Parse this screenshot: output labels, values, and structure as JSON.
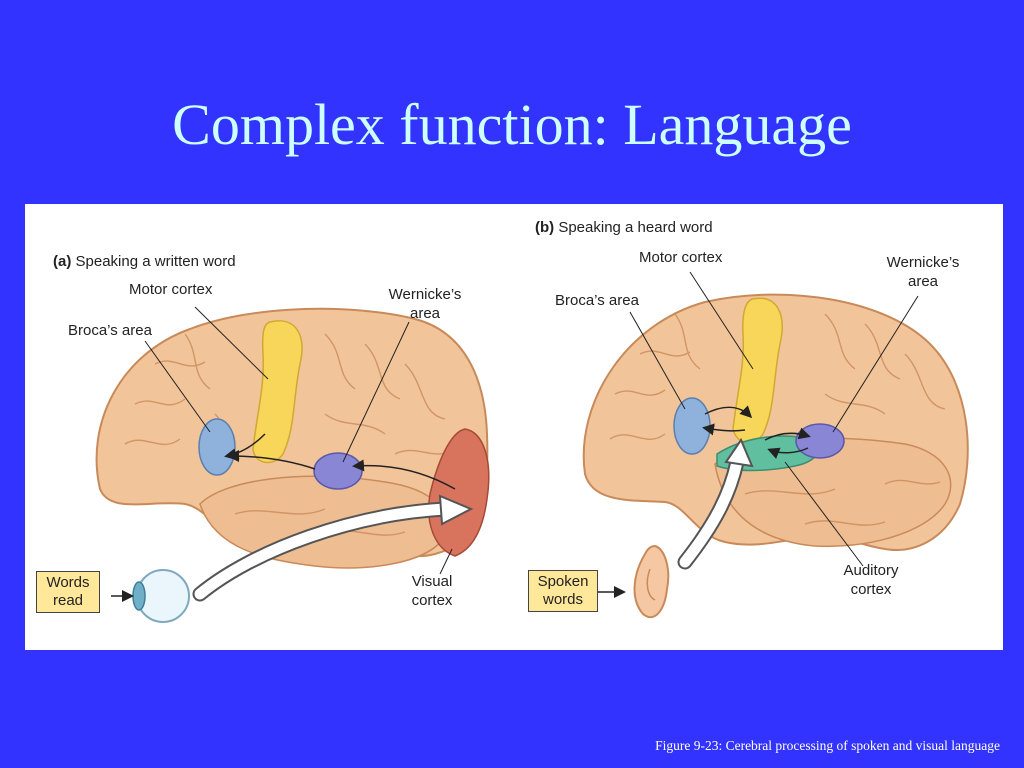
{
  "slide": {
    "title": "Complex function: Language",
    "caption": "Figure 9-23: Cerebral processing of spoken and visual language"
  },
  "panel_a": {
    "letter": "(a)",
    "heading": "Speaking a written word",
    "motor_cortex": "Motor cortex",
    "brocas_area": "Broca’s area",
    "wernickes_area_line1": "Wernicke’s",
    "wernickes_area_line2": "area",
    "visual_cortex_line1": "Visual",
    "visual_cortex_line2": "cortex",
    "words_read_line1": "Words",
    "words_read_line2": "read"
  },
  "panel_b": {
    "letter": "(b)",
    "heading": "Speaking a heard word",
    "motor_cortex": "Motor cortex",
    "brocas_area": "Broca’s area",
    "wernickes_area_line1": "Wernicke’s",
    "wernickes_area_line2": "area",
    "auditory_cortex_line1": "Auditory",
    "auditory_cortex_line2": "cortex",
    "spoken_words_line1": "Spoken",
    "spoken_words_line2": "words"
  },
  "colors": {
    "background": "#3333ff",
    "title": "#ccffff",
    "brain": "#f2c49a",
    "motor_cortex": "#f7d65a",
    "brocas_area": "#8fb2dc",
    "wernickes_area": "#8a86d6",
    "visual_cortex": "#d8735e",
    "auditory_cortex": "#5fbf9f"
  }
}
